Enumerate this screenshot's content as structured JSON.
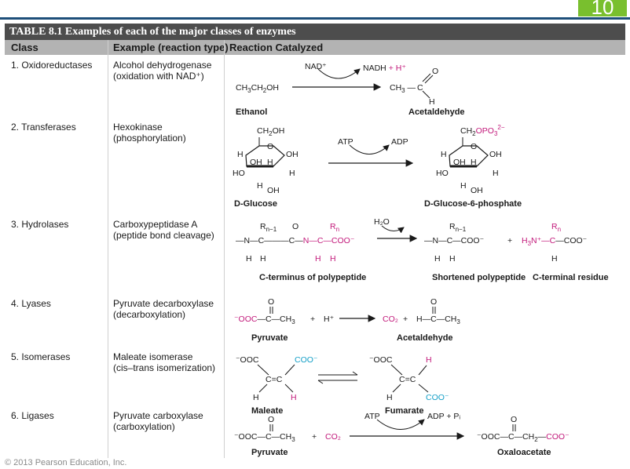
{
  "slide_number": "10",
  "table": {
    "title": "TABLE 8.1  Examples of each of the major classes of enzymes",
    "columns": [
      "Class",
      "Example (reaction type)",
      "Reaction Catalyzed"
    ]
  },
  "rows": [
    {
      "class": "1. Oxidoreductases",
      "example": "Alcohol dehydrogenase",
      "reaction_type": "(oxidation with NAD⁺)",
      "substrate": "Ethanol",
      "product": "Acetaldehyde"
    },
    {
      "class": "2. Transferases",
      "example": "Hexokinase",
      "reaction_type": "(phosphorylation)",
      "substrate": "D-Glucose",
      "product": "D-Glucose-6-phosphate"
    },
    {
      "class": "3. Hydrolases",
      "example": "Carboxypeptidase A",
      "reaction_type": "(peptide bond cleavage)",
      "substrate": "C-terminus of polypeptide",
      "product": "Shortened polypeptide",
      "product2": "C-terminal residue"
    },
    {
      "class": "4. Lyases",
      "example": "Pyruvate decarboxylase",
      "reaction_type": "(decarboxylation)",
      "substrate": "Pyruvate",
      "product": "Acetaldehyde"
    },
    {
      "class": "5. Isomerases",
      "example": "Maleate isomerase",
      "reaction_type": "(cis–trans isomerization)",
      "substrate": "Maleate",
      "product": "Fumarate"
    },
    {
      "class": "6. Ligases",
      "example": "Pyruvate carboxylase",
      "reaction_type": "(carboxylation)",
      "substrate": "Pyruvate",
      "product": "Oxaloacetate"
    }
  ],
  "reagents": {
    "nad_plus": "NAD⁺",
    "nadh": "NADH",
    "h_plus": "+ H⁺",
    "atp": "ATP",
    "adp": "ADP",
    "water": "H₂O",
    "adp_pi": "ADP + Pᵢ",
    "co2": "CO₂",
    "plus": "+",
    "h_plus_ion": "H⁺"
  },
  "footer": "© 2013 Pearson Education, Inc."
}
